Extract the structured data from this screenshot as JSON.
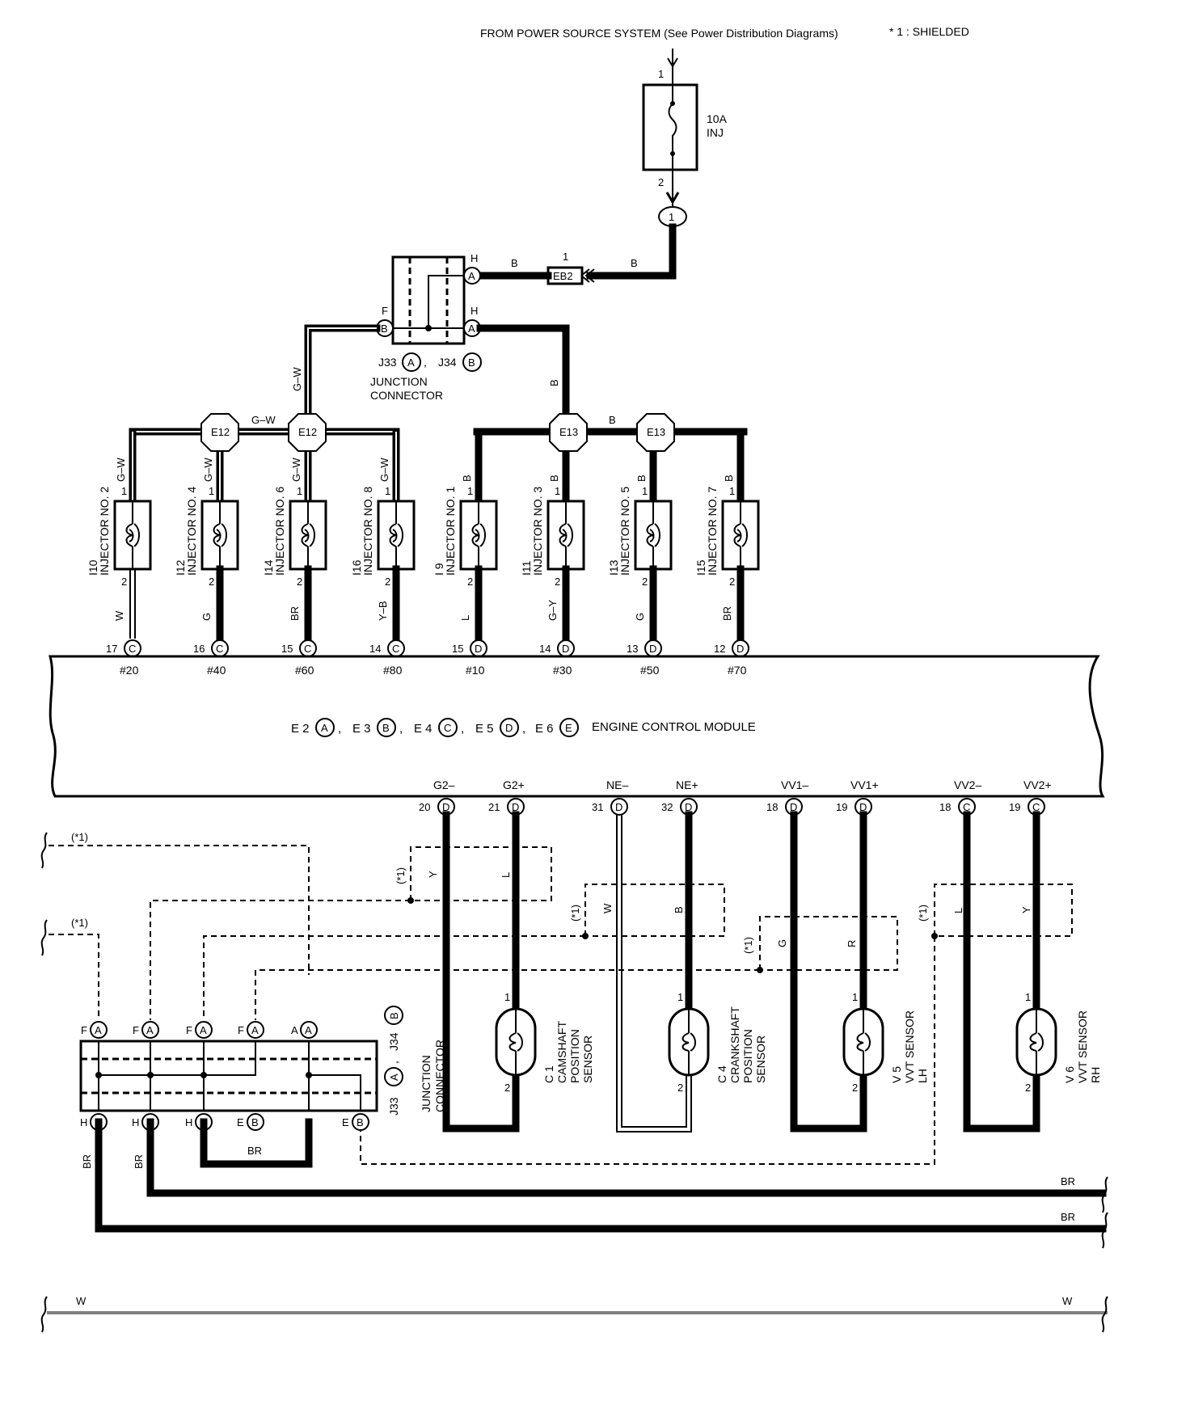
{
  "header": {
    "source_note": "FROM POWER SOURCE SYSTEM (See Power Distribution Diagrams)",
    "shield_note": "* 1 : SHIELDED"
  },
  "fuse": {
    "rating": "10A",
    "name": "INJ",
    "pin_in": "1",
    "pin_out": "2"
  },
  "node_1": "1",
  "eb2": {
    "label": "EB2",
    "pin": "1"
  },
  "wires": {
    "B": "B",
    "GW": "G–W",
    "W": "W",
    "G": "G",
    "BR": "BR",
    "YB": "Y–B",
    "L": "L",
    "GY": "G–Y",
    "Y": "Y",
    "R": "R"
  },
  "upper_junction": {
    "pin_H": "H",
    "pin_F": "F",
    "pin_A": "A",
    "pin_B": "B",
    "id1": "J33",
    "id2": "J34",
    "name1": "JUNCTION",
    "name2": "CONNECTOR",
    "sep": ","
  },
  "splices": {
    "e12": "E12",
    "e13": "E13"
  },
  "injectors": [
    {
      "code": "I10",
      "name": "INJECTOR NO. 2",
      "in_wire": "G–W",
      "out_wire": "W",
      "ecm_pin": "17",
      "ecm_conn": "C",
      "signal": "#20"
    },
    {
      "code": "I12",
      "name": "INJECTOR NO. 4",
      "in_wire": "G–W",
      "out_wire": "G",
      "ecm_pin": "16",
      "ecm_conn": "C",
      "signal": "#40"
    },
    {
      "code": "I14",
      "name": "INJECTOR NO. 6",
      "in_wire": "G–W",
      "out_wire": "BR",
      "ecm_pin": "15",
      "ecm_conn": "C",
      "signal": "#60"
    },
    {
      "code": "I16",
      "name": "INJECTOR NO. 8",
      "in_wire": "G–W",
      "out_wire": "Y–B",
      "ecm_pin": "14",
      "ecm_conn": "C",
      "signal": "#80"
    },
    {
      "code": "I 9",
      "name": "INJECTOR NO. 1",
      "in_wire": "B",
      "out_wire": "L",
      "ecm_pin": "15",
      "ecm_conn": "D",
      "signal": "#10"
    },
    {
      "code": "I11",
      "name": "INJECTOR NO. 3",
      "in_wire": "B",
      "out_wire": "G–Y",
      "ecm_pin": "14",
      "ecm_conn": "D",
      "signal": "#30"
    },
    {
      "code": "I13",
      "name": "INJECTOR NO. 5",
      "in_wire": "B",
      "out_wire": "G",
      "ecm_pin": "13",
      "ecm_conn": "D",
      "signal": "#50"
    },
    {
      "code": "I15",
      "name": "INJECTOR NO. 7",
      "in_wire": "B",
      "out_wire": "BR",
      "ecm_pin": "12",
      "ecm_conn": "D",
      "signal": "#70"
    }
  ],
  "pin_numbers": {
    "p1": "1",
    "p2": "2"
  },
  "ecm": {
    "name": "ENGINE CONTROL MODULE",
    "connectors": [
      {
        "id": "E 2",
        "letter": "A"
      },
      {
        "id": "E 3",
        "letter": "B"
      },
      {
        "id": "E 4",
        "letter": "C"
      },
      {
        "id": "E 5",
        "letter": "D"
      },
      {
        "id": "E 6",
        "letter": "E"
      }
    ],
    "sep": ","
  },
  "ecm_bottom_pins": [
    {
      "signal": "G2–",
      "pin": "20",
      "conn": "D"
    },
    {
      "signal": "G2+",
      "pin": "21",
      "conn": "D"
    },
    {
      "signal": "NE–",
      "pin": "31",
      "conn": "D"
    },
    {
      "signal": "NE+",
      "pin": "32",
      "conn": "D"
    },
    {
      "signal": "VV1–",
      "pin": "18",
      "conn": "D"
    },
    {
      "signal": "VV1+",
      "pin": "19",
      "conn": "D"
    },
    {
      "signal": "VV2–",
      "pin": "18",
      "conn": "C"
    },
    {
      "signal": "VV2+",
      "pin": "19",
      "conn": "C"
    }
  ],
  "sensors": [
    {
      "code": "C 1",
      "line1": "CAMSHAFT",
      "line2": "POSITION",
      "line3": "SENSOR"
    },
    {
      "code": "C 4",
      "line1": "CRANKSHAFT",
      "line2": "POSITION",
      "line3": "SENSOR"
    },
    {
      "code": "V 5",
      "line1": "VVT SENSOR",
      "line2": "LH",
      "line3": ""
    },
    {
      "code": "V 6",
      "line1": "VVT SENSOR",
      "line2": "RH",
      "line3": ""
    }
  ],
  "shield_tag": "(*1)",
  "lower_junction": {
    "top_pins": [
      {
        "side": "F",
        "conn": "A"
      },
      {
        "side": "F",
        "conn": "A"
      },
      {
        "side": "F",
        "conn": "A"
      },
      {
        "side": "F",
        "conn": "A"
      },
      {
        "side": "A",
        "conn": "A"
      }
    ],
    "bottom_pins": [
      {
        "side": "H",
        "conn": "B"
      },
      {
        "side": "H",
        "conn": "B"
      },
      {
        "side": "H",
        "conn": "B"
      },
      {
        "side": "E",
        "conn": "B"
      },
      {
        "side": "E",
        "conn": "B"
      }
    ],
    "id1": "J33",
    "id2": "J34",
    "conn_a": "A",
    "conn_b": "B",
    "name1": "JUNCTION",
    "name2": "CONNECTOR",
    "sep": ","
  },
  "ground_wires": {
    "br": "BR",
    "w": "W"
  }
}
